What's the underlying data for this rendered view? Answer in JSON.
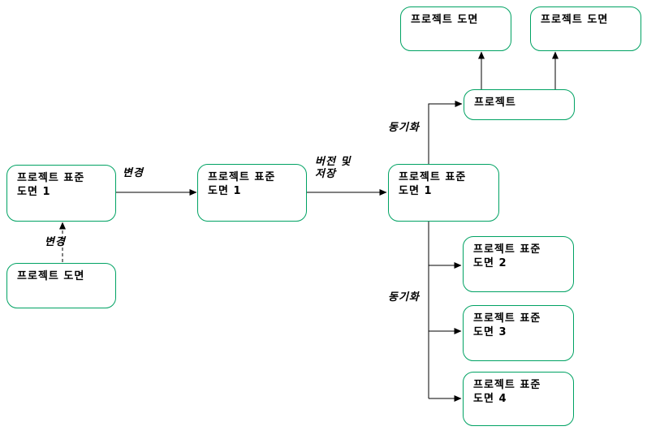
{
  "diagram": {
    "boxes": {
      "project_std_drawing1_left": "프로젝트 표준\n도면 1",
      "project_drawing_left": "프로젝트 도면",
      "project_std_drawing1_mid": "프로젝트 표준\n도면 1",
      "project_std_drawing1_right": "프로젝트 표준\n도면 1",
      "project": "프로젝트",
      "project_drawing_top_left": "프로젝트 도면",
      "project_drawing_top_right": "프로젝트 도면",
      "project_std_drawing2": "프로젝트 표준\n도면 2",
      "project_std_drawing3": "프로젝트 표준\n도면 3",
      "project_std_drawing4": "프로젝트 표준\n도면 4"
    },
    "edge_labels": {
      "change_left": "변경",
      "change_bottom": "변경",
      "version_and_save": "버전 및\n저장",
      "sync_top": "동기화",
      "sync_bottom": "동기화"
    },
    "colors": {
      "box_border": "#00a263",
      "line": "#000000",
      "text": "#000000",
      "background": "#ffffff"
    }
  }
}
